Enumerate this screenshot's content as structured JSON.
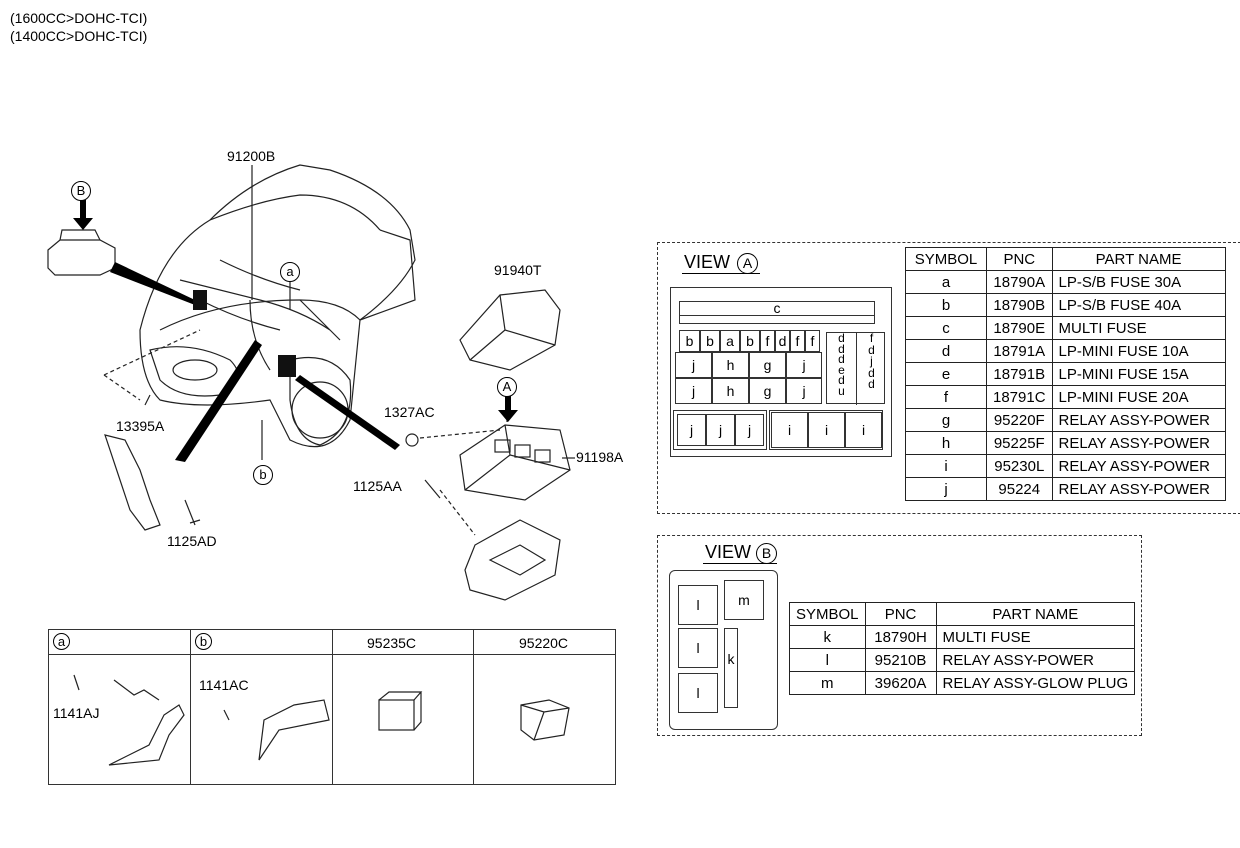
{
  "header": {
    "line1": "(1600CC>DOHC-TCI)",
    "line2": "(1400CC>DOHC-TCI)"
  },
  "callouts": {
    "wiring_main": "91200B",
    "cover": "91940T",
    "junction_box": "91198A",
    "nut": "1327AC",
    "bolt_box": "1125AA",
    "grommet": "13395A",
    "bolt_bracket": "1125AD",
    "circle_a": "a",
    "circle_b": "b",
    "circle_A": "A",
    "circle_B": "B"
  },
  "detail_panel": {
    "cells": [
      {
        "symbol": "a",
        "part": "1141AJ"
      },
      {
        "symbol": "b",
        "part": "1141AC"
      },
      {
        "header": "95235C"
      },
      {
        "header": "95220C"
      }
    ]
  },
  "view_a": {
    "title": "VIEW",
    "circle": "A",
    "grid": {
      "top": "c",
      "row1": [
        "b",
        "b",
        "a",
        "b",
        "f",
        "d",
        "f",
        "f"
      ],
      "row2": [
        "j",
        "h",
        "g",
        "j"
      ],
      "row3": [
        "j",
        "h",
        "g",
        "j"
      ],
      "row4": [
        "j",
        "j",
        "j",
        "i",
        "i",
        "i"
      ],
      "right_col": [
        "d",
        "d",
        "d",
        "e",
        "d",
        "u",
        "f",
        "d",
        "j",
        "d",
        "d"
      ]
    },
    "table": {
      "headers": [
        "SYMBOL",
        "PNC",
        "PART NAME"
      ],
      "rows": [
        [
          "a",
          "18790A",
          "LP-S/B FUSE 30A"
        ],
        [
          "b",
          "18790B",
          "LP-S/B FUSE 40A"
        ],
        [
          "c",
          "18790E",
          "MULTI FUSE"
        ],
        [
          "d",
          "18791A",
          "LP-MINI FUSE 10A"
        ],
        [
          "e",
          "18791B",
          "LP-MINI FUSE 15A"
        ],
        [
          "f",
          "18791C",
          "LP-MINI FUSE 20A"
        ],
        [
          "g",
          "95220F",
          "RELAY ASSY-POWER"
        ],
        [
          "h",
          "95225F",
          "RELAY ASSY-POWER"
        ],
        [
          "i",
          "95230L",
          "RELAY ASSY-POWER"
        ],
        [
          "j",
          "95224",
          "RELAY ASSY-POWER"
        ]
      ]
    }
  },
  "view_b": {
    "title": "VIEW",
    "circle": "B",
    "grid": [
      "l",
      "m",
      "l",
      "k",
      "l"
    ],
    "table": {
      "headers": [
        "SYMBOL",
        "PNC",
        "PART NAME"
      ],
      "rows": [
        [
          "k",
          "18790H",
          "MULTI FUSE"
        ],
        [
          "l",
          "95210B",
          "RELAY ASSY-POWER"
        ],
        [
          "m",
          "39620A",
          "RELAY ASSY-GLOW PLUG"
        ]
      ]
    }
  }
}
